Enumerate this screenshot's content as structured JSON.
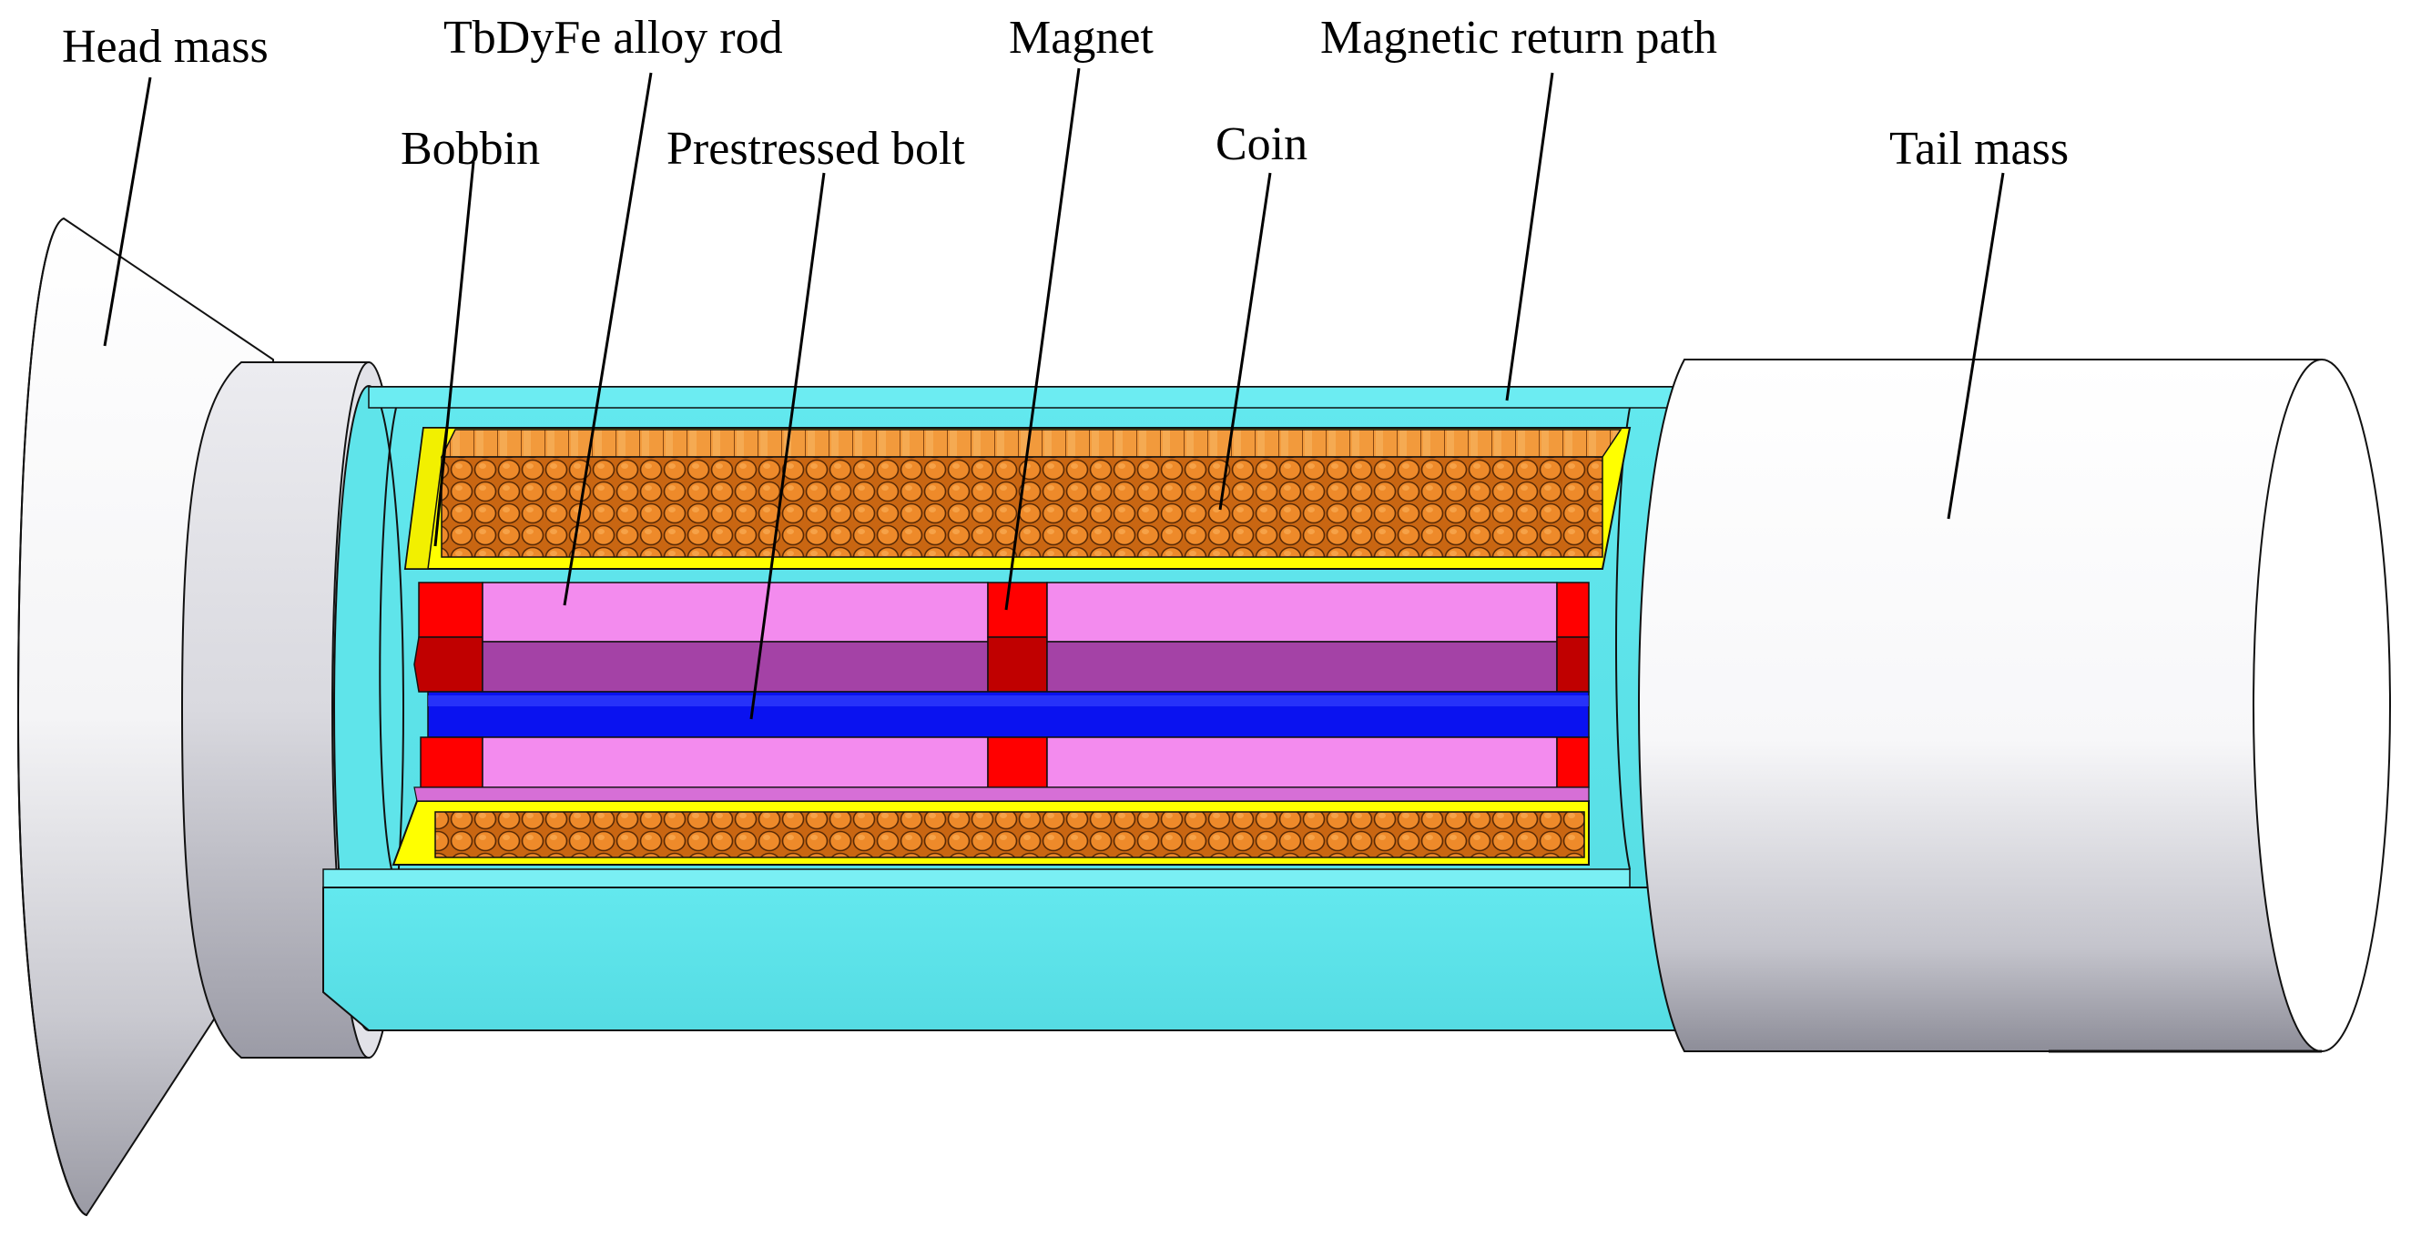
{
  "labels": {
    "head_mass": "Head mass",
    "tbdyfe_rod": "TbDyFe alloy rod",
    "magnet": "Magnet",
    "magnetic_return_path": "Magnetic return path",
    "bobbin": "Bobbin",
    "prestressed_bolt": "Prestressed bolt",
    "coin": "Coin",
    "tail_mass": "Tail mass"
  },
  "colors": {
    "return_path": "#5EE6EC",
    "bobbin": "#FFFF00",
    "coil": "#E07A1C",
    "rod": "#F38BEE",
    "magnet": "#FF0000",
    "bolt": "#0A12F0",
    "mass": "#FFFFFF"
  }
}
